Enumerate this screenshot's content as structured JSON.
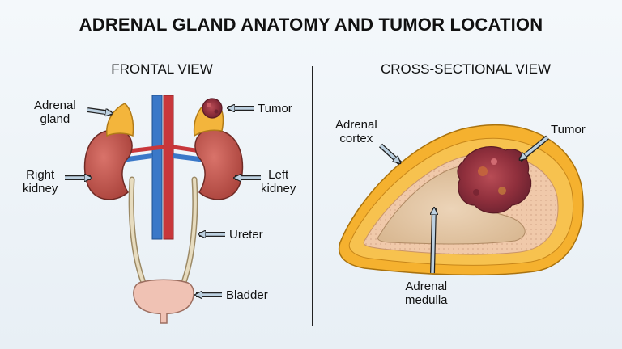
{
  "title": "ADRENAL GLAND ANATOMY AND TUMOR LOCATION",
  "frontal": {
    "heading": "FRONTAL VIEW",
    "labels": {
      "adrenal_gland": "Adrenal\ngland",
      "tumor": "Tumor",
      "right_kidney": "Right\nkidney",
      "left_kidney": "Left\nkidney",
      "ureter": "Ureter",
      "bladder": "Bladder"
    }
  },
  "cross_section": {
    "heading": "CROSS-SECTIONAL VIEW",
    "labels": {
      "adrenal_cortex": "Adrenal\ncortex",
      "tumor": "Tumor",
      "adrenal_medulla": "Adrenal\nmedulla"
    }
  },
  "colors": {
    "kidney": "#c2564a",
    "adrenal": "#f3b53c",
    "tumor": "#a13c46",
    "artery": "#c8373b",
    "vein": "#3a78c8",
    "ureter": "#e4d6b6",
    "bladder": "#f0c2b4",
    "cortex": "#f5b12f",
    "medulla": "#e4c8a8",
    "arrow": "#bcd0e0"
  }
}
